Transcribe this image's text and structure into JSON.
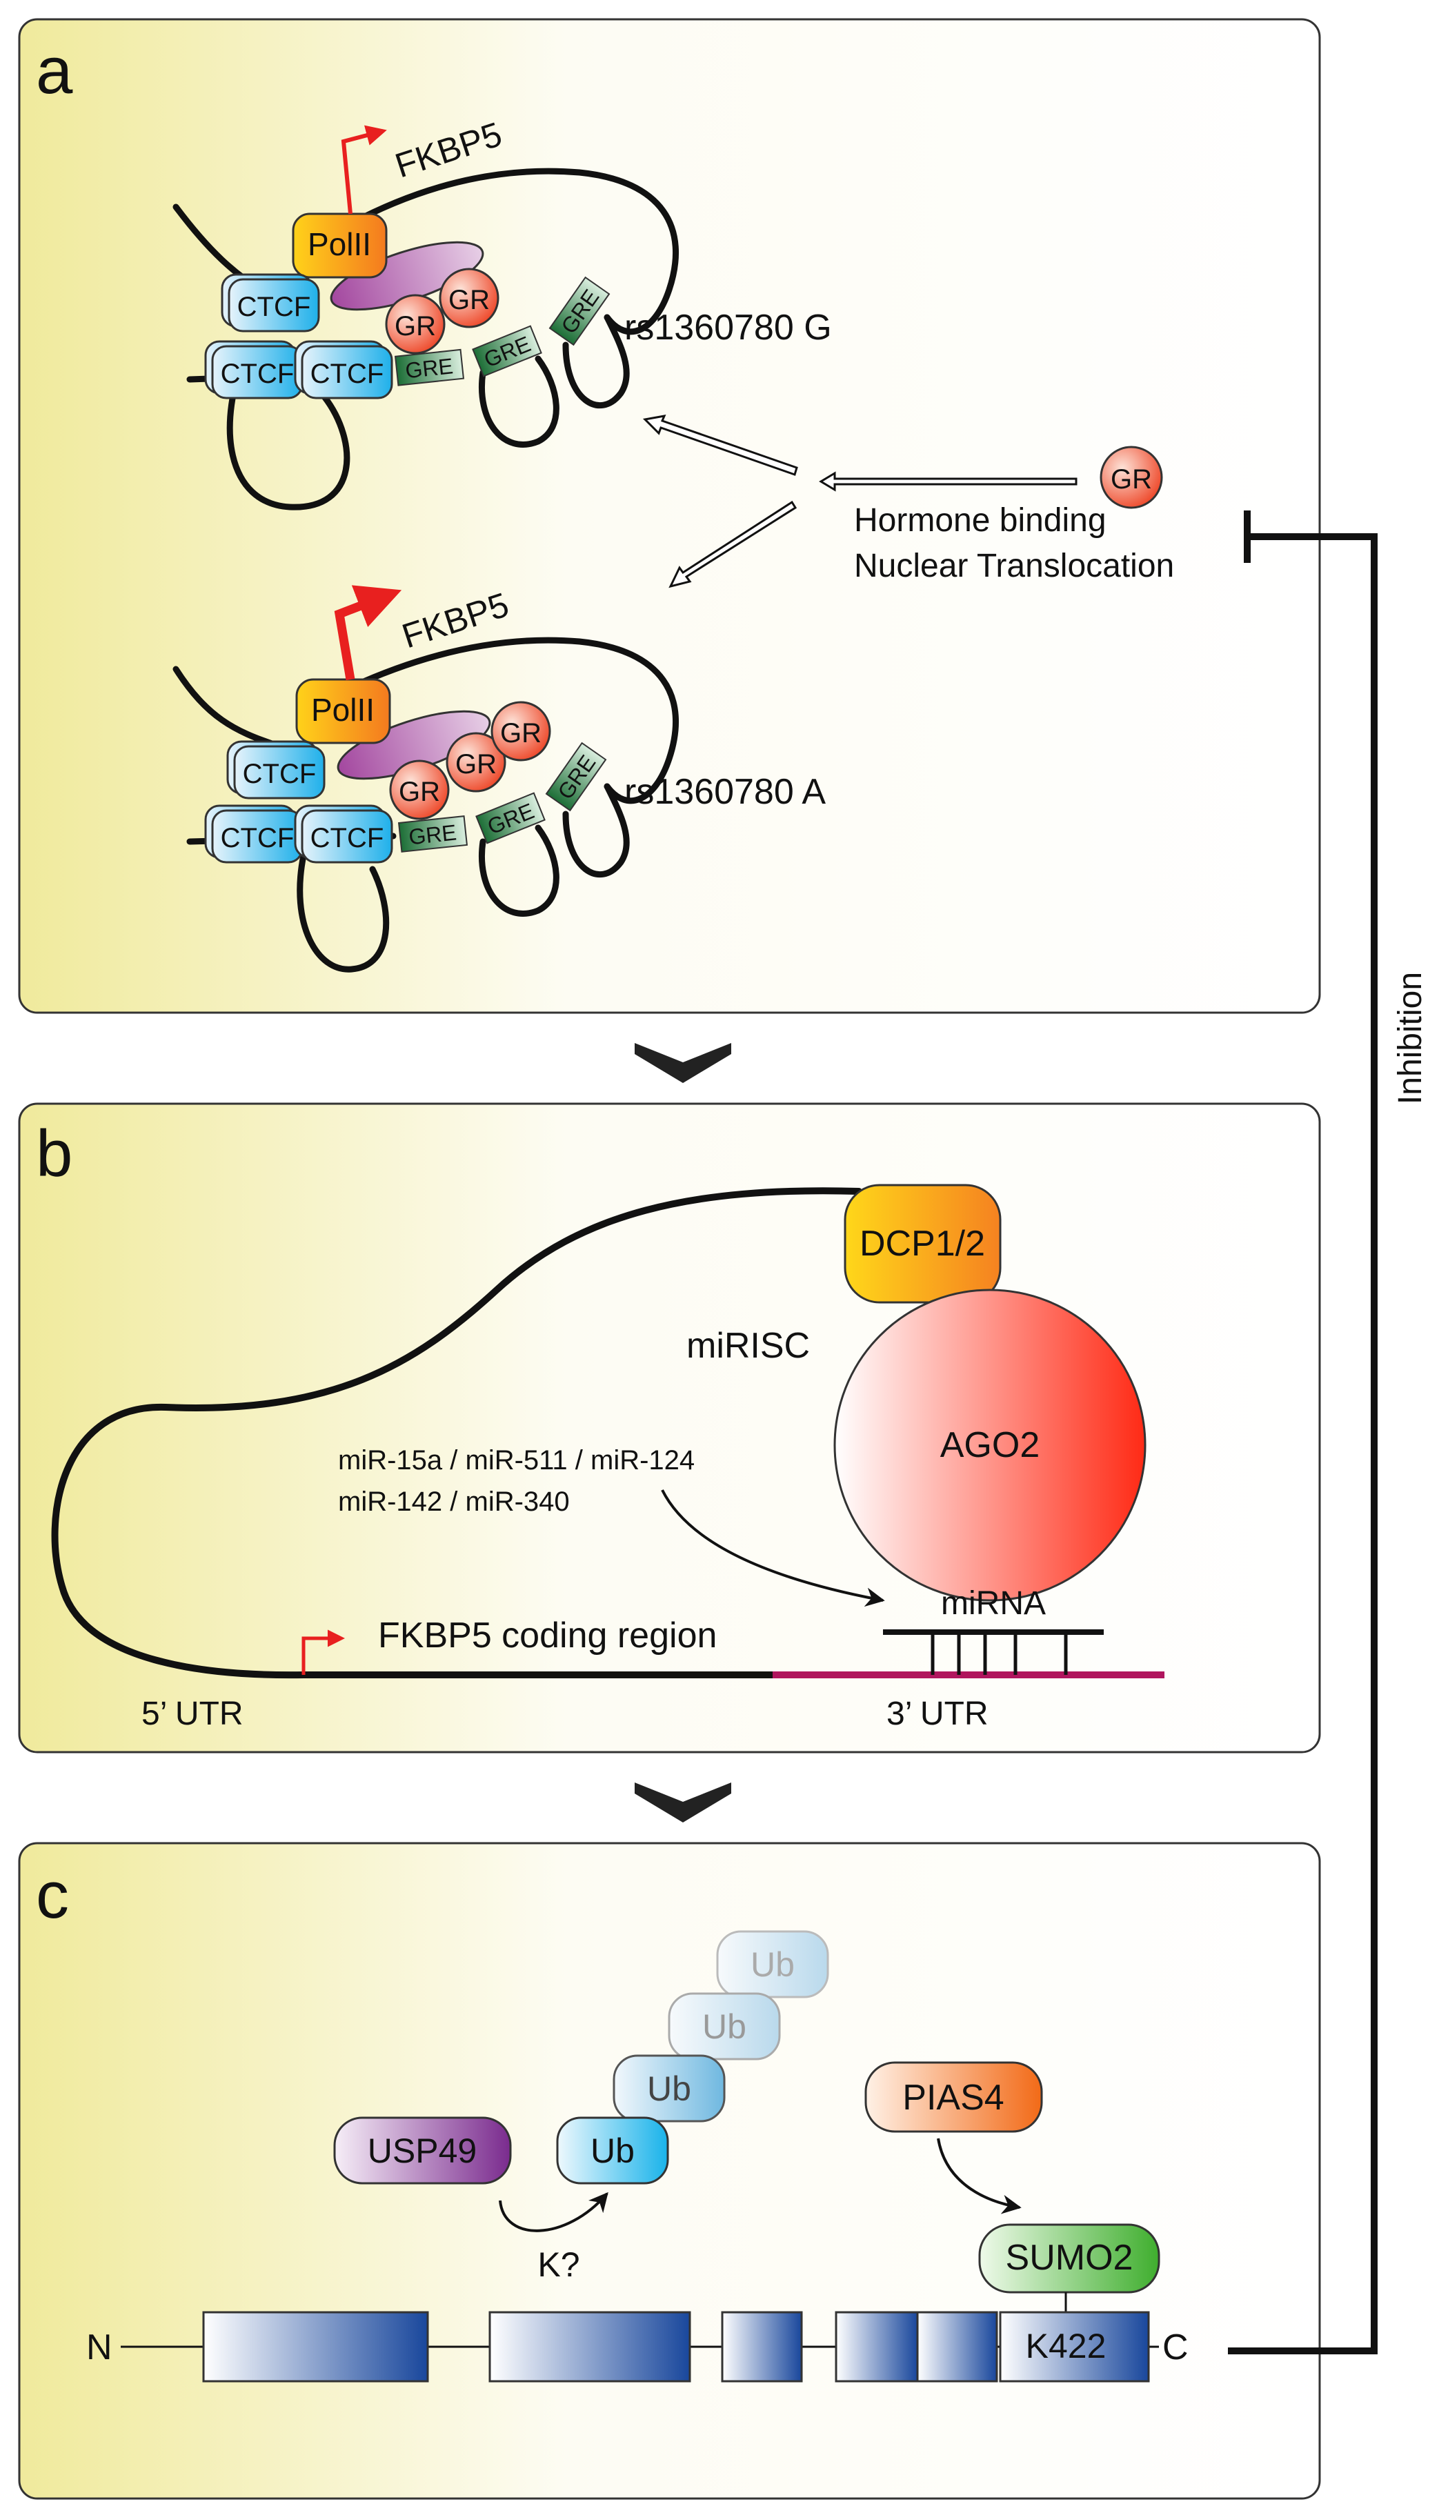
{
  "panels": {
    "a": {
      "letter": "a",
      "top": {
        "gene": "FKBP5",
        "polii": "PolII",
        "ctcf": "CTCF",
        "gr": "GR",
        "gre": "GRE",
        "snp": "rs1360780 G"
      },
      "bottom": {
        "gene": "FKBP5",
        "polii": "PolII",
        "ctcf": "CTCF",
        "gr": "GR",
        "gre": "GRE",
        "snp": "rs1360780 A"
      },
      "gr_free": "GR",
      "hormone_line1": "Hormone binding",
      "hormone_line2": "Nuclear Translocation"
    },
    "b": {
      "letter": "b",
      "dcp": "DCP1/2",
      "mirisc": "miRISC",
      "ago2": "AGO2",
      "mirs_line1": "miR-15a / miR-511 / miR-124",
      "mirs_line2": "miR-142 / miR-340",
      "mirna": "miRNA",
      "coding": "FKBP5 coding region",
      "utr5": "5’ UTR",
      "utr3": "3’ UTR"
    },
    "c": {
      "letter": "c",
      "ub": "Ub",
      "usp49": "USP49",
      "kq": "K?",
      "pias4": "PIAS4",
      "sumo2": "SUMO2",
      "k422": "K422",
      "n_term": "N",
      "c_term": "C"
    }
  },
  "side_label": "Inhibition",
  "colors": {
    "panel_gradient_start": "#f1eba3",
    "panel_gradient_end": "#ffffff",
    "polii": "#f7a21b",
    "ctcf": "#2fb6e8",
    "gr": "#f05a3a",
    "gre": "#2e8a4a",
    "mediator": "#b25fb4",
    "transcription_arrow": "#e8201f",
    "utr3_line": "#b0155e",
    "ago2": "#ff2b1c",
    "dcp": "#f5a416",
    "domain_blue": "#1e4ea0",
    "usp49": "#7b2f8f",
    "pias4": "#f47a1f",
    "sumo2": "#4caf3a"
  }
}
